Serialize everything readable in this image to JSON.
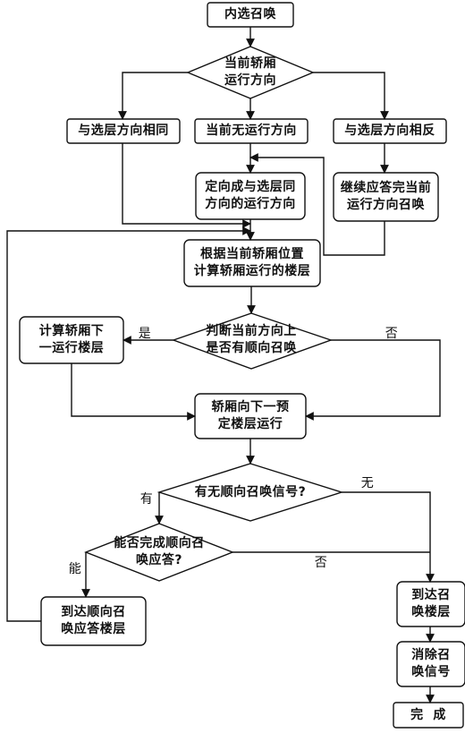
{
  "nodes": {
    "start": "内选召唤",
    "d_car_dir": "当前轿厢\n运行方向",
    "same_dir": "与选层方向相同",
    "no_dir": "当前无运行方向",
    "opp_dir": "与选层方向相反",
    "set_dir": "定向成与选层同\n方向的运行方向",
    "continue_resp": "继续应答完当前\n运行方向召唤",
    "calc_floor": "根据当前轿厢位置\n计算轿厢运行的楼层",
    "calc_next": "计算轿厢下\n一运行楼层",
    "d_same_call": "判断当前方向上\n是否有顺向召唤",
    "move_next": "轿厢向下一预\n定楼层运行",
    "d_call_signal": "有无顺向召唤信号?",
    "d_can_complete": "能否完成顺向召\n唤应答?",
    "arrive_resp": "到达顺向召\n唤应答楼层",
    "arrive_call": "到达召\n唤楼层",
    "clear_signal": "消除召\n唤信号",
    "done": "完  成"
  },
  "edge_labels": {
    "yes": "是",
    "no": "否",
    "none": "无",
    "has": "有",
    "can": "能",
    "cannot": "否"
  }
}
